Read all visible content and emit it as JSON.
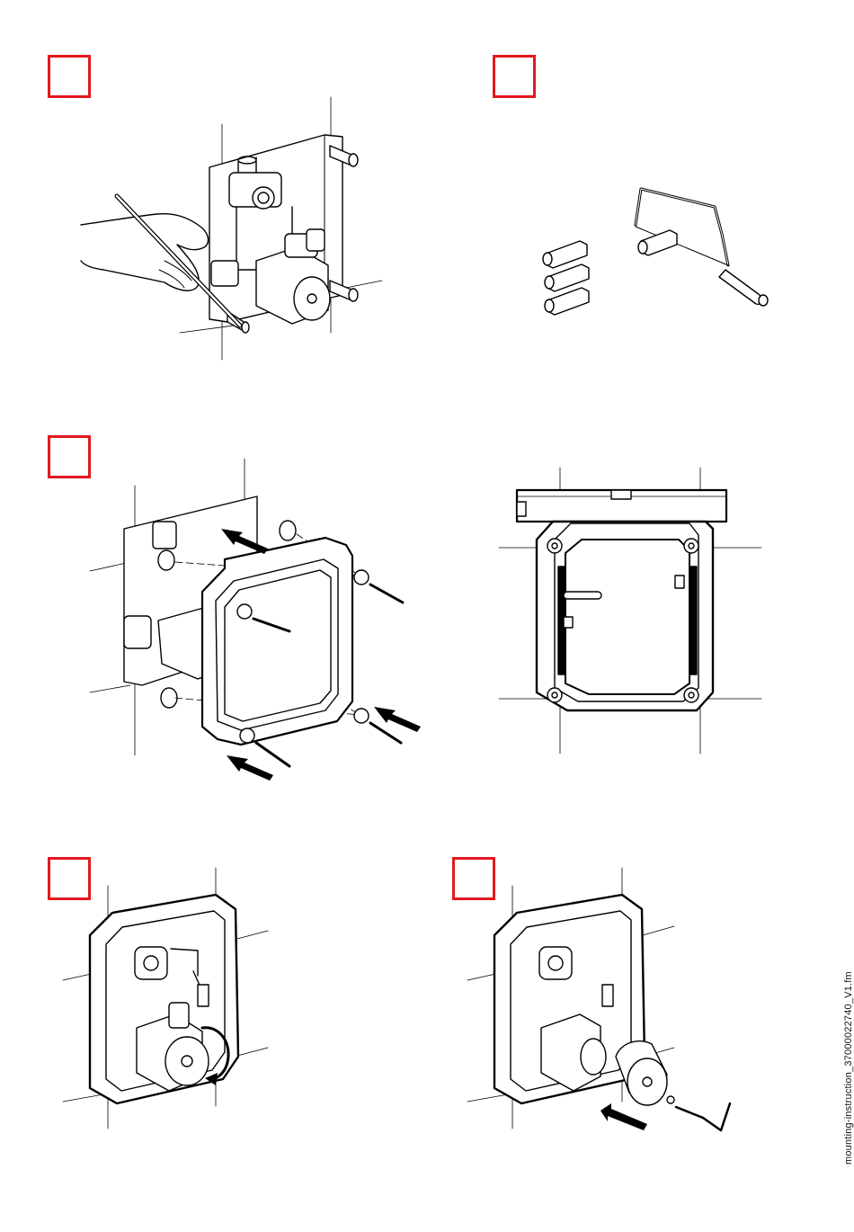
{
  "document": {
    "footer_filename": "mounting-instruction_37000022740_V1.fm",
    "accent_color": "#e3171e",
    "steps": [
      {
        "id": 1,
        "illustration": "mark-wall-with-pencil"
      },
      {
        "id": 2,
        "illustration": "cut-extension-sleeves-with-saw"
      },
      {
        "id": 3,
        "illustration": "attach-mounting-frame-with-screws"
      },
      {
        "id": 4,
        "illustration": "check-frame-level"
      },
      {
        "id": 5,
        "illustration": "turn-valve-cartridge"
      },
      {
        "id": 6,
        "illustration": "remove-cover-cap-with-hex-key"
      }
    ]
  }
}
